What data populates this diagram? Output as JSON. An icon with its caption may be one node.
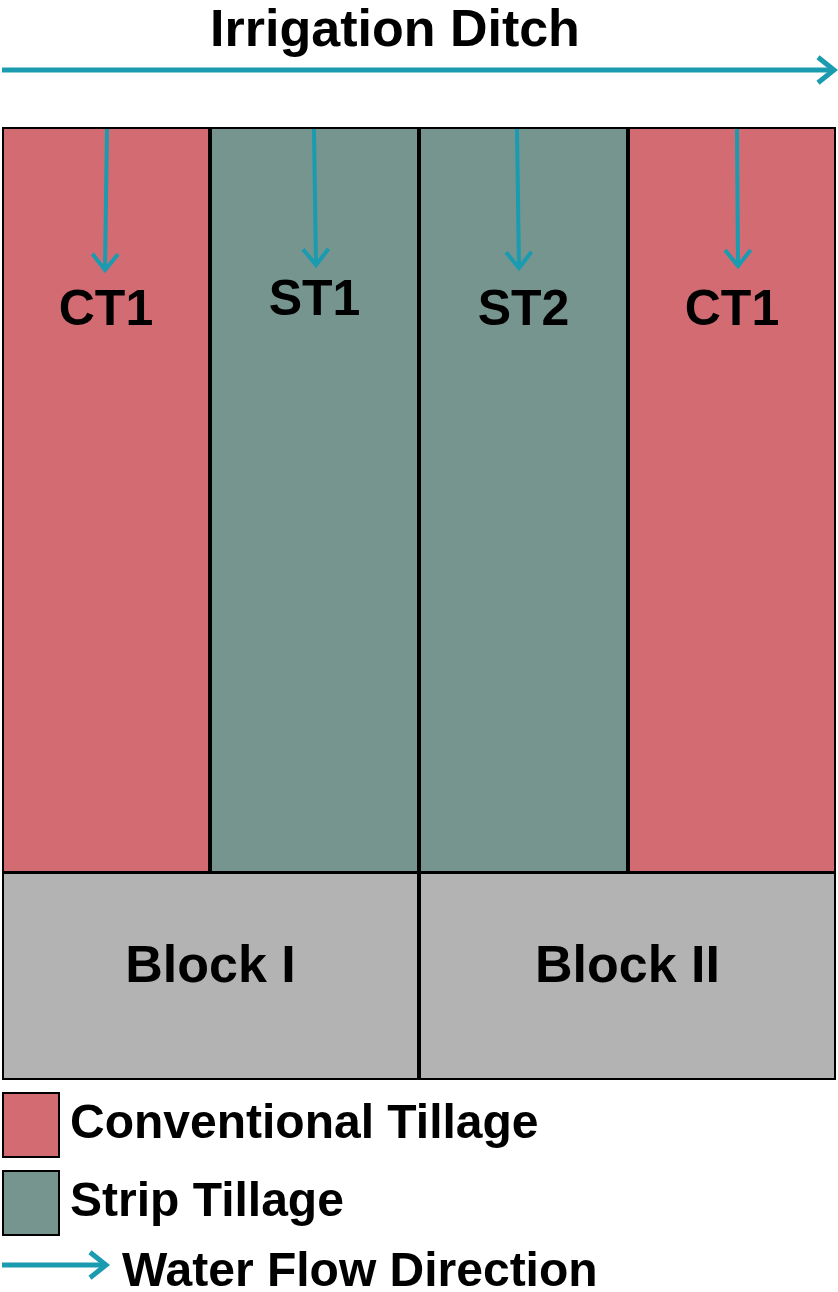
{
  "diagram": {
    "title": "Irrigation Ditch",
    "nodes": [
      {
        "text": [
          "CT1"
        ]
      },
      {
        "text": [
          "ST1"
        ]
      },
      {
        "text": [
          "ST2"
        ]
      },
      {
        "text": [
          "CT1"
        ]
      },
      {
        "text": [
          "Block I"
        ]
      },
      {
        "text": [
          "Block II"
        ]
      }
    ],
    "edges": [],
    "legend": [
      {
        "text": "Conventional Tillage",
        "color": "#d36b73"
      },
      {
        "text": "Strip Tillage",
        "color": "#76958f"
      },
      {
        "text": "Water Flow Direction"
      }
    ]
  }
}
